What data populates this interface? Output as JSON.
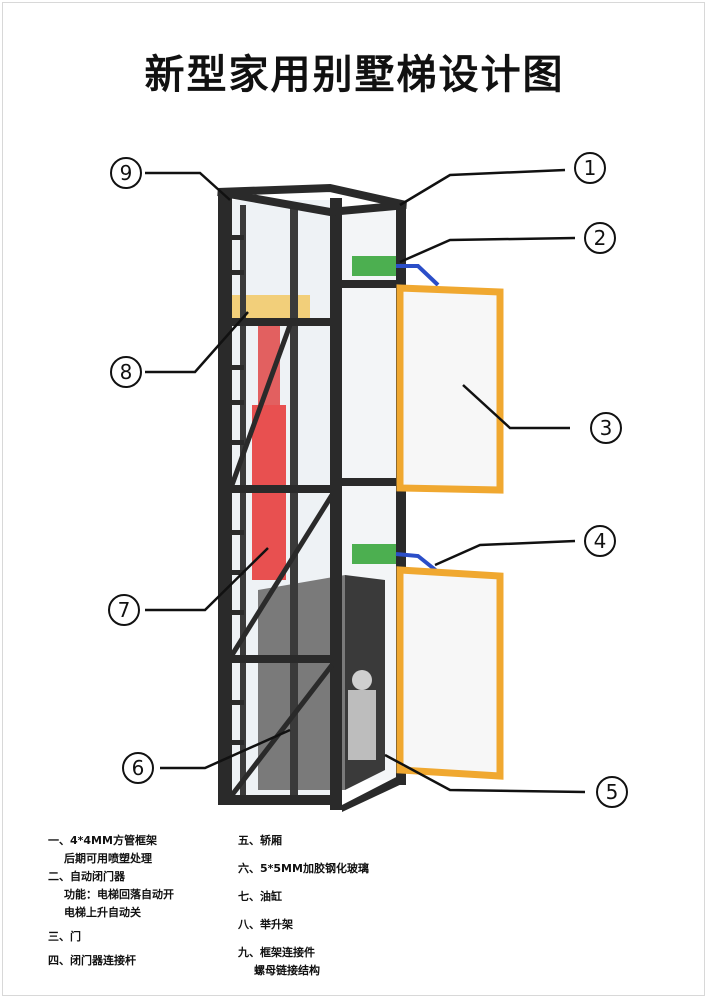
{
  "title": "新型家用别墅梯设计图",
  "callouts": [
    "1",
    "2",
    "3",
    "4",
    "5",
    "6",
    "7",
    "8",
    "9"
  ],
  "legend": {
    "item1": "一、4*4MM方管框架",
    "item1_sub": "后期可用喷塑处理",
    "item2": "二、自动闭门器",
    "item2_sub1": "功能：电梯回落自动开",
    "item2_sub2": "电梯上升自动关",
    "item3": "三、门",
    "item4": "四、闭门器连接杆",
    "item5": "五、轿厢",
    "item6": "六、5*5MM加胶钢化玻璃",
    "item7": "七、油缸",
    "item8": "八、举升架",
    "item9": "九、框架连接件",
    "item9_sub": "螺母链接结构"
  },
  "colors": {
    "frame": "#2a2a2a",
    "door": "#f0a830",
    "closer": "#4caf50",
    "rod": "#2b4ec8",
    "cylinder": "#e85050",
    "lift_frame": "#f2cf7a",
    "cabin": "#6e6e6e"
  }
}
